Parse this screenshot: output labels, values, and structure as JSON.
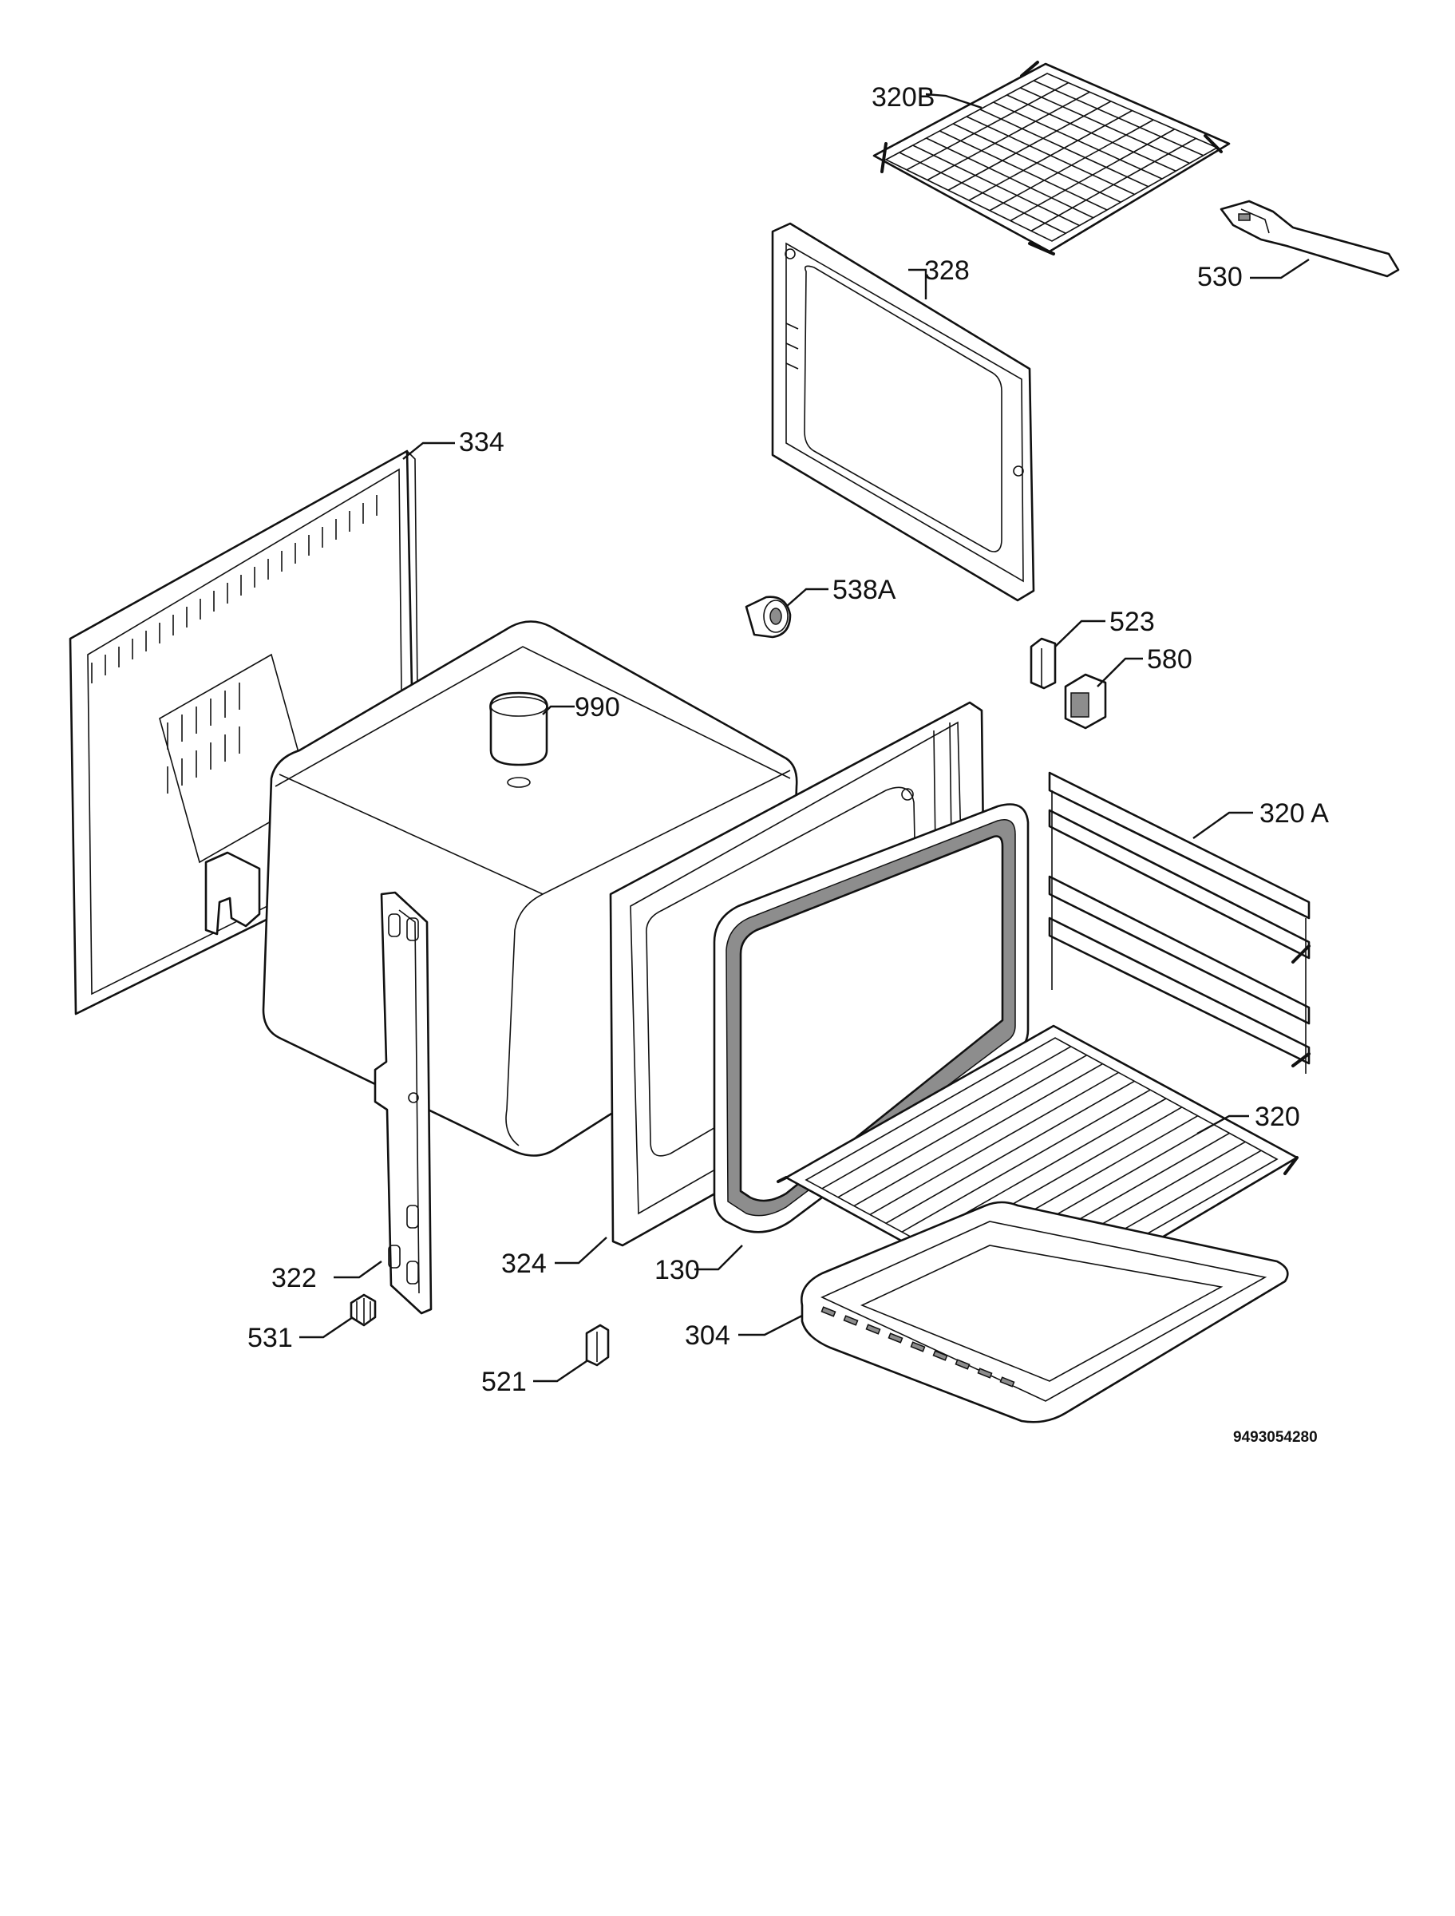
{
  "diagram": {
    "document_number": "9493054280",
    "parts": [
      {
        "id": "320B",
        "label": "320B"
      },
      {
        "id": "530",
        "label": "530"
      },
      {
        "id": "328",
        "label": "328"
      },
      {
        "id": "334",
        "label": "334"
      },
      {
        "id": "538A",
        "label": "538A"
      },
      {
        "id": "523",
        "label": "523"
      },
      {
        "id": "580",
        "label": "580"
      },
      {
        "id": "990",
        "label": "990"
      },
      {
        "id": "320A",
        "label": "320 A"
      },
      {
        "id": "320",
        "label": "320"
      },
      {
        "id": "322",
        "label": "322"
      },
      {
        "id": "324",
        "label": "324"
      },
      {
        "id": "130",
        "label": "130"
      },
      {
        "id": "304",
        "label": "304"
      },
      {
        "id": "531",
        "label": "531"
      },
      {
        "id": "521",
        "label": "521"
      }
    ]
  }
}
